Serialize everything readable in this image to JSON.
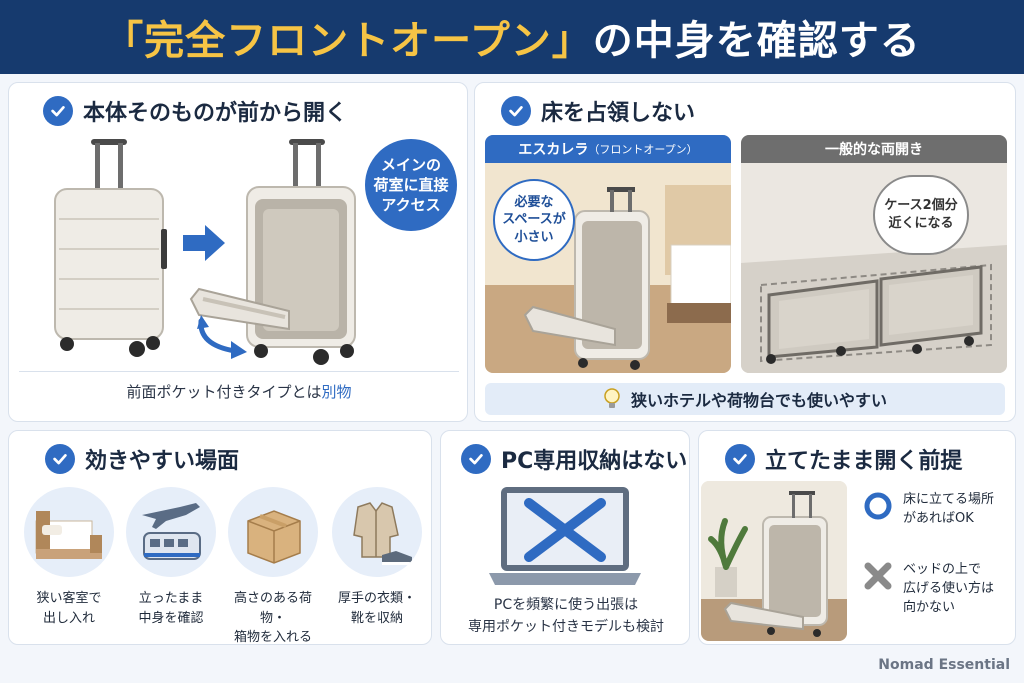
{
  "title": {
    "highlight": "「完全フロントオープン」",
    "rest": "の中身を確認する"
  },
  "panel1": {
    "heading": "本体そのものが前から開く",
    "badge_line1": "メインの",
    "badge_line2": "荷室に直接",
    "badge_line3": "アクセス",
    "caption_main": "前面ポケット付きタイプとは",
    "caption_accent": "別物"
  },
  "panel2": {
    "heading": "床を占領しない",
    "left_label_main": "エスカレラ",
    "left_label_sub": "（フロントオープン）",
    "left_bubble_line1": "必要な",
    "left_bubble_line2": "スペースが",
    "left_bubble_line3": "小さい",
    "right_label": "一般的な両開き",
    "right_bubble_line1": "ケース2個分",
    "right_bubble_line2": "近くになる",
    "tip": "狭いホテルや荷物台でも使いやすい"
  },
  "panel3": {
    "heading": "効きやすい場面",
    "items": [
      {
        "line1": "狭い客室で",
        "line2": "出し入れ"
      },
      {
        "line1": "立ったまま",
        "line2": "中身を確認"
      },
      {
        "line1": "高さのある荷物・",
        "line2": "箱物を入れる"
      },
      {
        "line1": "厚手の衣類・",
        "line2": "靴を収納"
      }
    ]
  },
  "panel4": {
    "heading": "PC専用収納はない",
    "caption_line1": "PCを頻繁に使う出張は",
    "caption_line2": "専用ポケット付きモデルも検討"
  },
  "panel5": {
    "heading": "立てたまま開く前提",
    "ok_line1": "床に立てる場所",
    "ok_line2": "があればOK",
    "ng_line1": "ベッドの上で",
    "ng_line2": "広げる使い方は",
    "ng_line3": "向かない"
  },
  "brand": "Nomad Essential",
  "colors": {
    "navy": "#163a6e",
    "accent": "#f6c445",
    "blue": "#2f6bc2"
  }
}
